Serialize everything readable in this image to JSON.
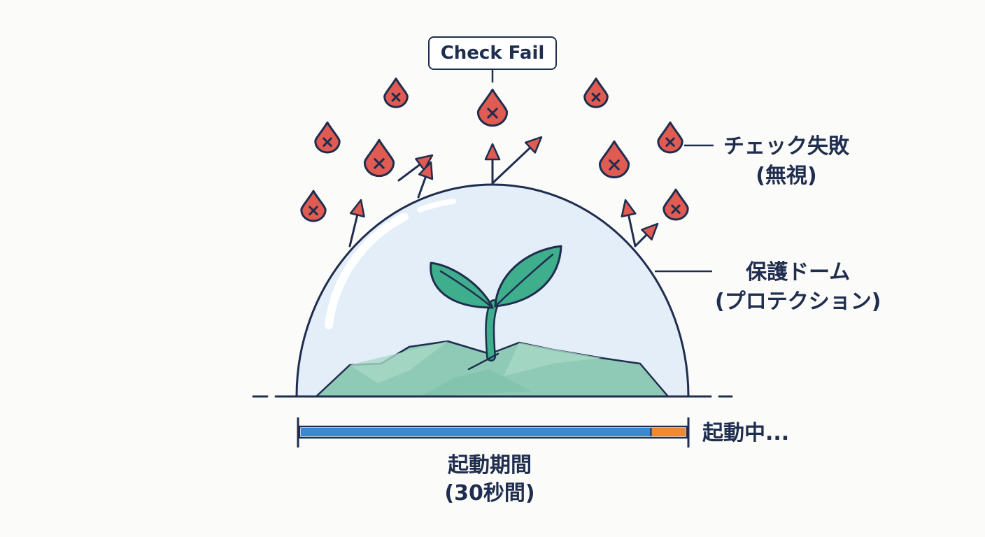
{
  "callout": {
    "text": "Check Fail"
  },
  "labels": {
    "check_failure": {
      "line1": "チェック失敗",
      "line2": "(無視)"
    },
    "dome": {
      "line1": "保護ドーム",
      "line2": "(プロテクション)"
    },
    "status": "起動中...",
    "period": {
      "line1": "起動期間",
      "line2": "(30秒間)"
    }
  },
  "progress": {
    "fraction": 0.91
  },
  "colors": {
    "outline": "#1f2d4e",
    "drop_fill": "#e05b52",
    "dome_fill": "#e4eef8",
    "leaf_fill": "#3fae8c",
    "soil_fill": "#8fcab6",
    "progress_fill": "#3f86d0",
    "progress_remaining": "#ef8a34"
  },
  "icons": [
    "failure-drop-icon",
    "cross-icon",
    "deflect-arrow-icon",
    "seedling-icon",
    "dome-icon"
  ]
}
